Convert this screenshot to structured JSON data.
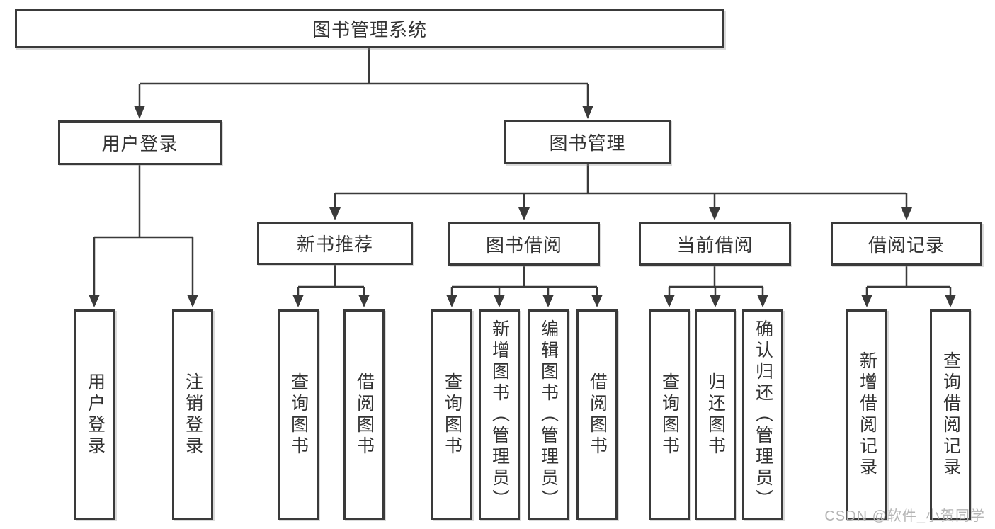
{
  "colors": {
    "background": "#ffffff",
    "line": "#3a3a3a",
    "box_border": "#3a3a3a",
    "label_text": "#333333",
    "watermark_text": "#b5b5b5"
  },
  "diagram": {
    "root": {
      "label": "图书管理系统"
    },
    "level2": [
      {
        "id": "user-login",
        "label": "用户登录"
      },
      {
        "id": "book-management",
        "label": "图书管理"
      }
    ],
    "level3": [
      {
        "id": "new-book-recommendation",
        "label": "新书推荐"
      },
      {
        "id": "book-borrowing",
        "label": "图书借阅"
      },
      {
        "id": "current-borrowing",
        "label": "当前借阅"
      },
      {
        "id": "borrowing-records",
        "label": "借阅记录"
      }
    ],
    "leaves": [
      {
        "parent": "user-login",
        "label": "用户登录"
      },
      {
        "parent": "user-login",
        "label": "注销登录"
      },
      {
        "parent": "new-book-recommendation",
        "label": "查询图书"
      },
      {
        "parent": "new-book-recommendation",
        "label": "借阅图书"
      },
      {
        "parent": "book-borrowing",
        "label": "查询图书"
      },
      {
        "parent": "book-borrowing",
        "label": "新增图书（管理员）"
      },
      {
        "parent": "book-borrowing",
        "label": "编辑图书（管理员）"
      },
      {
        "parent": "book-borrowing",
        "label": "借阅图书"
      },
      {
        "parent": "current-borrowing",
        "label": "查询图书"
      },
      {
        "parent": "current-borrowing",
        "label": "归还图书"
      },
      {
        "parent": "current-borrowing",
        "label": "确认归还（管理员）"
      },
      {
        "parent": "borrowing-records",
        "label": "新增借阅记录"
      },
      {
        "parent": "borrowing-records",
        "label": "查询借阅记录"
      }
    ]
  },
  "watermark": {
    "text": "CSDN @软件_小贺同学"
  }
}
